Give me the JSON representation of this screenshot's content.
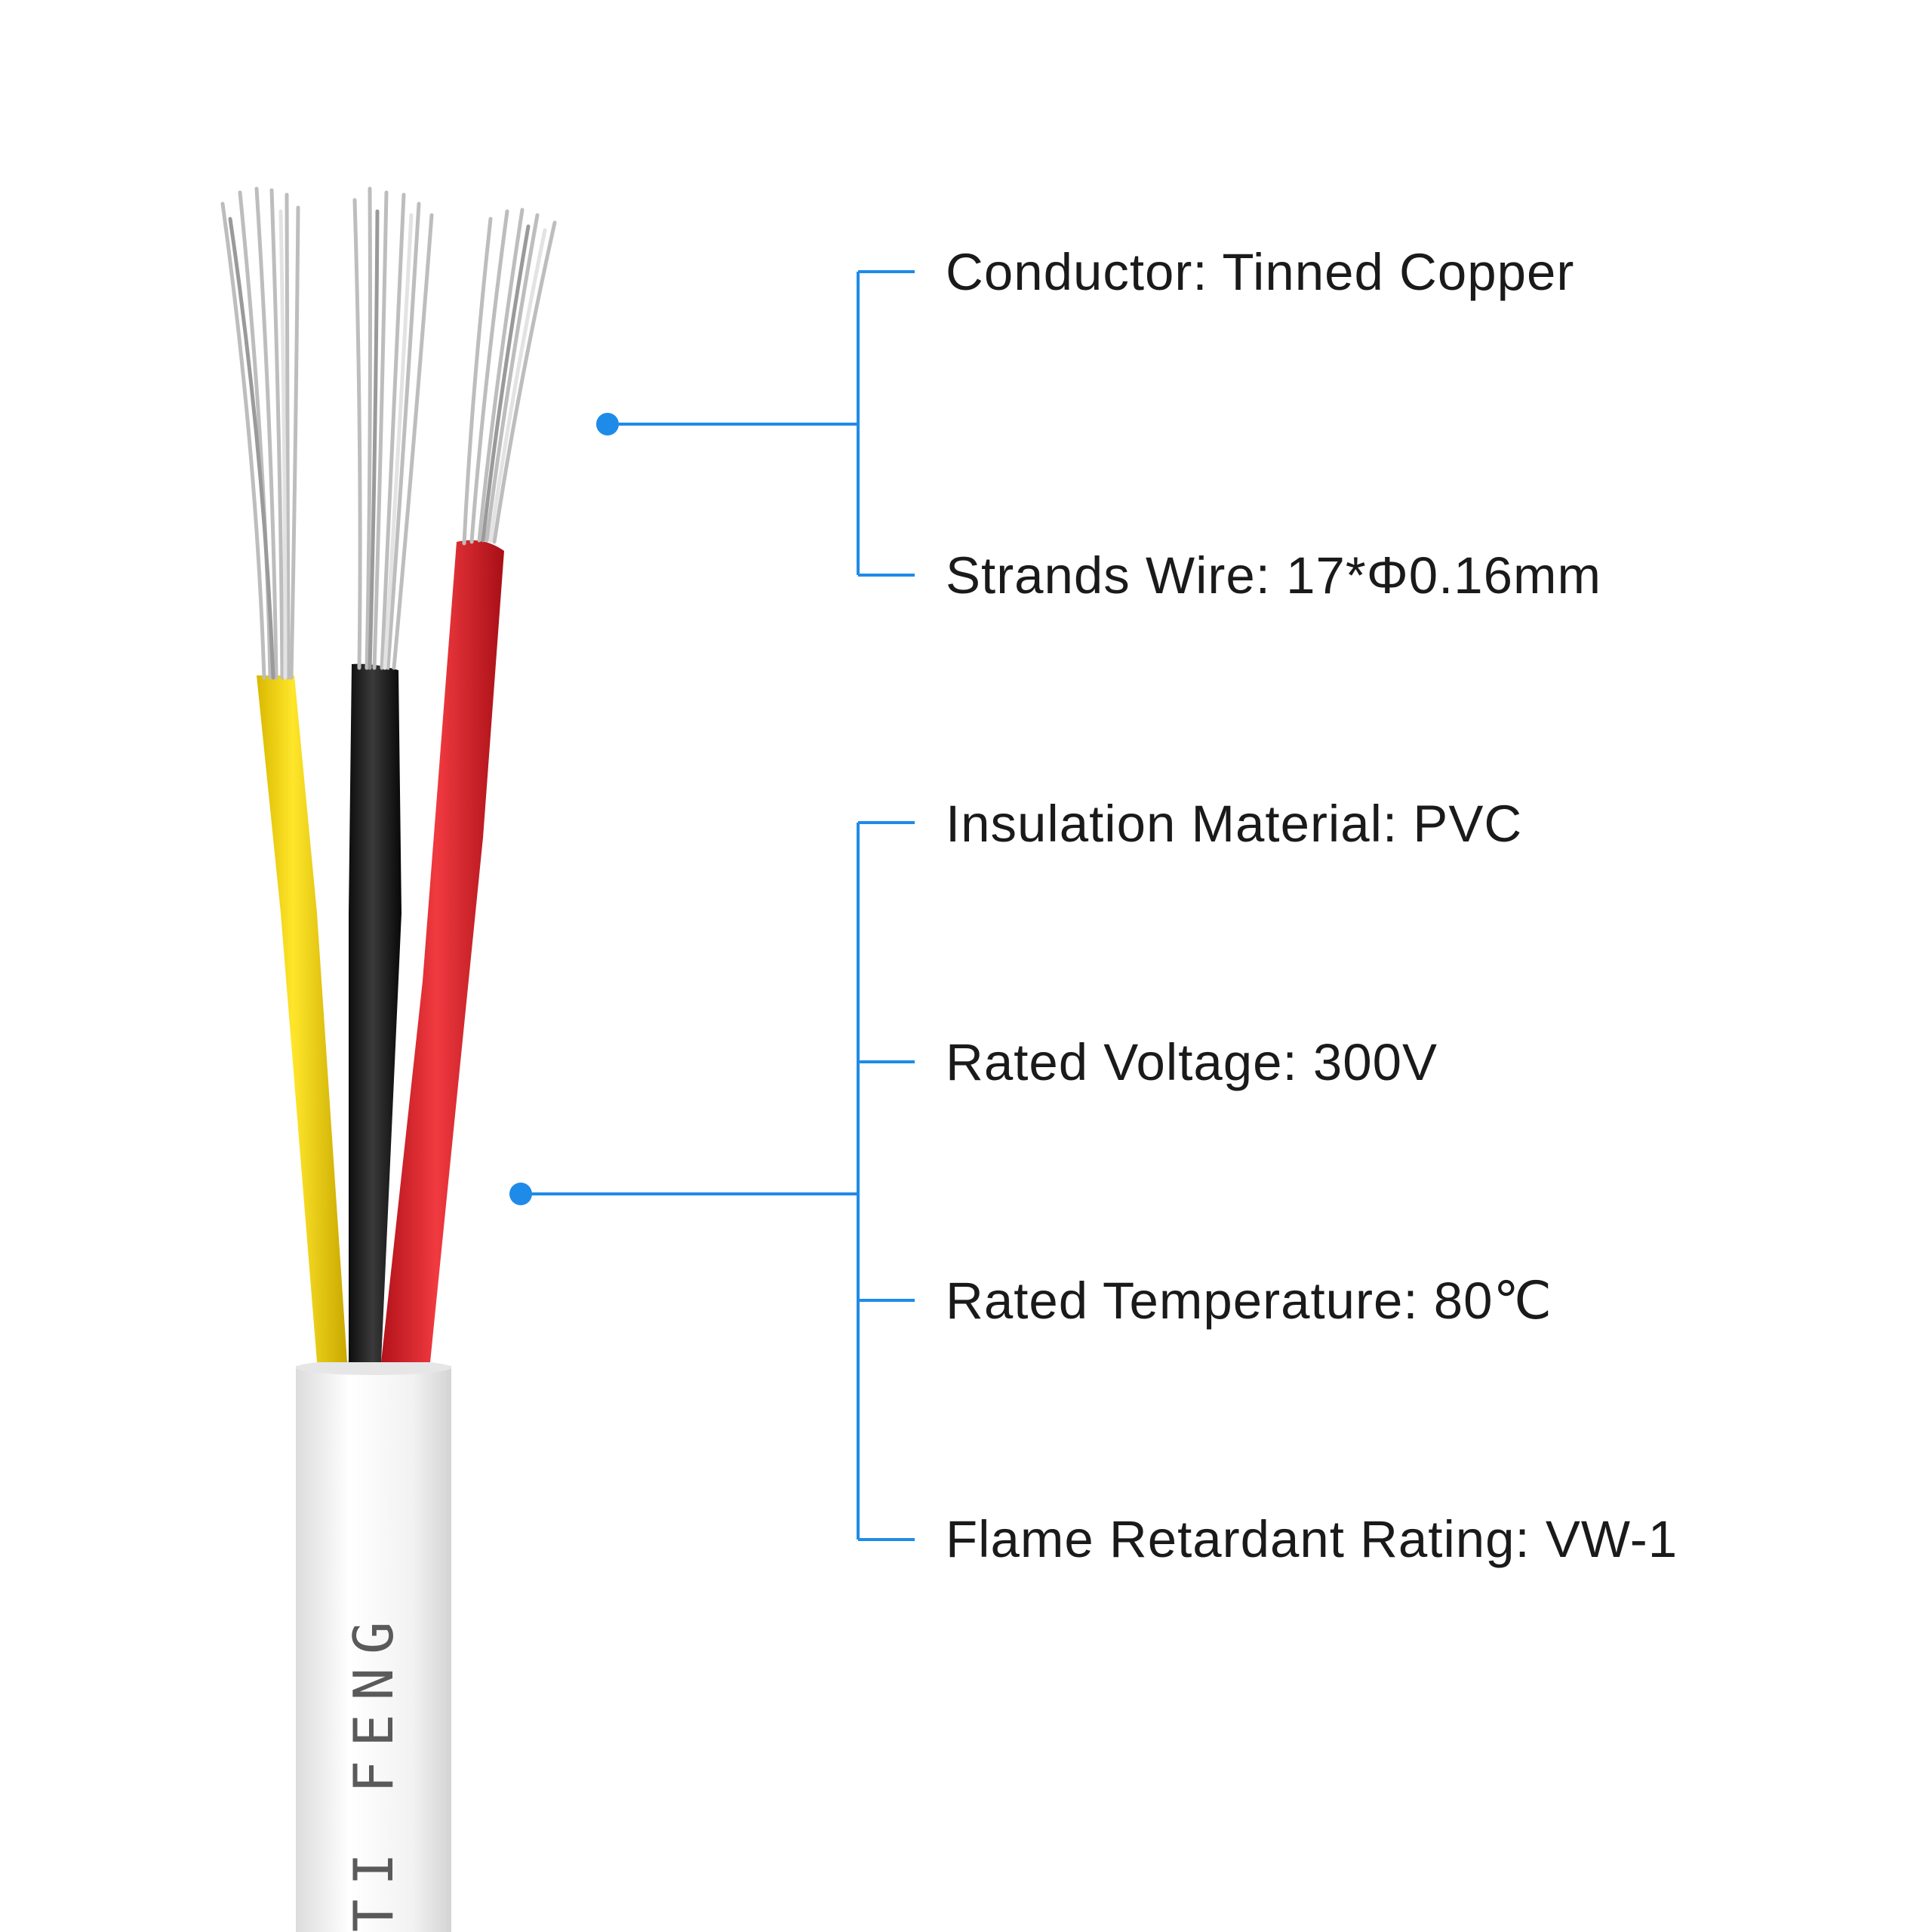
{
  "colors": {
    "accent": "#1f8be8",
    "wire_yellow": "#f4d400",
    "wire_black": "#1c1c1c",
    "wire_red": "#e01a22",
    "jacket": "#f3f3f3",
    "strand": "#c8c8c8"
  },
  "cable": {
    "print_text": "TI FENG"
  },
  "groups": [
    {
      "id": "conductor",
      "items": [
        {
          "label": "Conductor: Tinned Copper"
        },
        {
          "label": "Strands Wire: 17*Φ0.16mm"
        }
      ]
    },
    {
      "id": "insulation",
      "items": [
        {
          "label": "Insulation Material: PVC"
        },
        {
          "label": "Rated Voltage: 300V"
        },
        {
          "label": "Rated Temperature: 80℃"
        },
        {
          "label": "Flame Retardant Rating: VW-1"
        }
      ]
    }
  ]
}
